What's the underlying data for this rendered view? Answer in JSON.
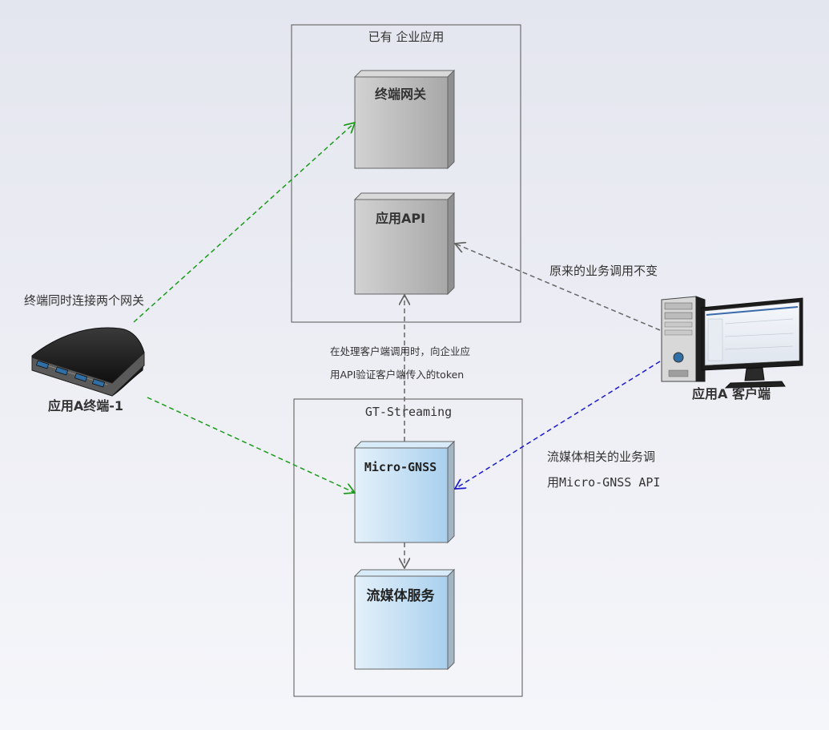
{
  "containers": {
    "enterprise": {
      "title": "已有 企业应用"
    },
    "streaming": {
      "title": "GT-Streaming"
    }
  },
  "nodes": {
    "terminal_gateway": {
      "label": "终端网关"
    },
    "app_api": {
      "label": "应用API"
    },
    "micro_gnss": {
      "label": "Micro-GNSS"
    },
    "media_service": {
      "label": "流媒体服务"
    }
  },
  "actors": {
    "terminal": {
      "label": "应用A终端-1"
    },
    "client": {
      "label": "应用A 客户端"
    }
  },
  "notes": {
    "terminal_dual": "终端同时连接两个网关",
    "client_unchanged": "原来的业务调用不变",
    "token_line1": "在处理客户端调用时，向企业应",
    "token_line2": "用API验证客户端传入的token",
    "media_line1": "流媒体相关的业务调",
    "media_line2": "用Micro-GNSS API"
  },
  "colors": {
    "green_arrow": "#1a9a1a",
    "gray_arrow": "#666666",
    "blue_arrow": "#1a1acc",
    "gray_node": "#a9a9a9",
    "blue_node": "#b8d8f0"
  }
}
